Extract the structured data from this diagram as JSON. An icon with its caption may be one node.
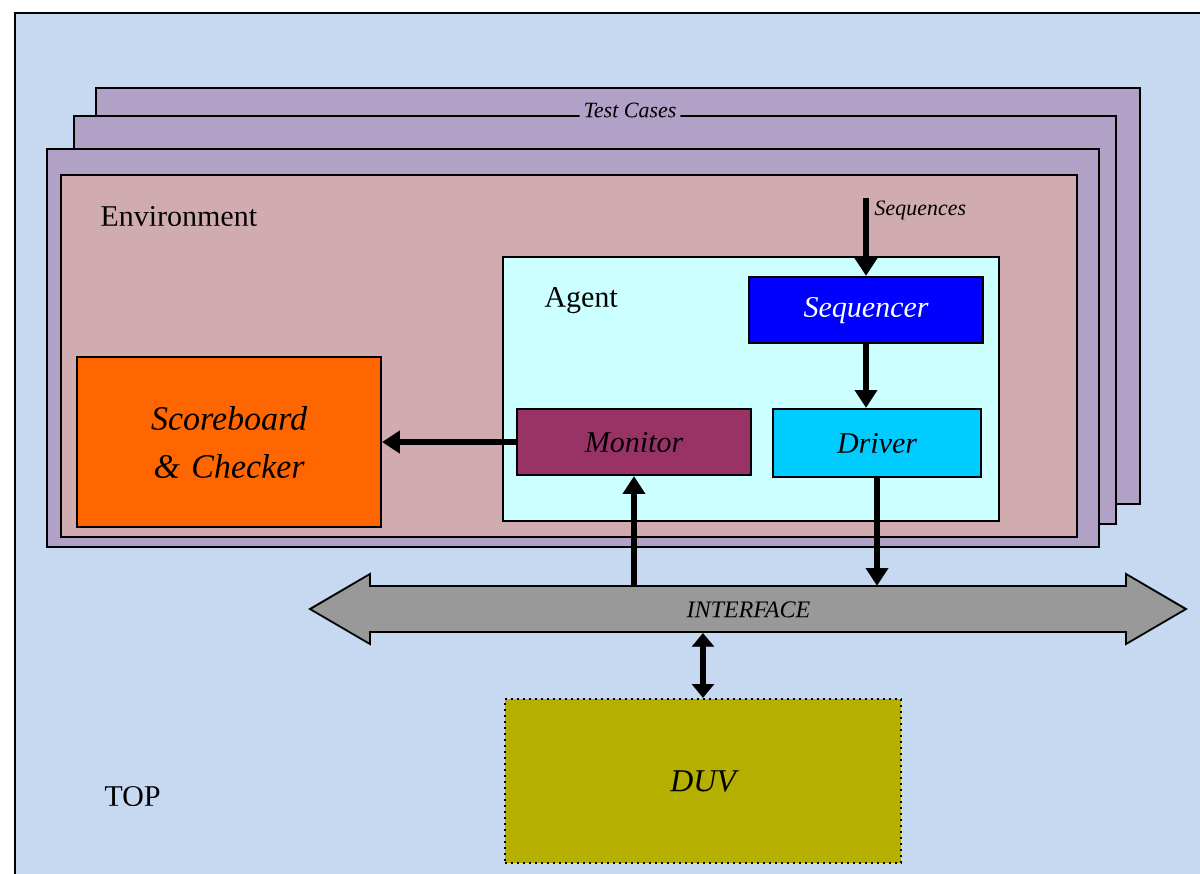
{
  "diagram": {
    "nodes": [
      {
        "text": [
          "TOP"
        ]
      },
      {
        "text": [
          "Test Cases"
        ],
        "in": 0
      },
      {
        "text": [
          "Environment"
        ],
        "in": 1
      },
      {
        "text": [
          "Agent"
        ],
        "in": 2
      },
      {
        "text": [
          "Sequencer"
        ],
        "in": 3
      },
      {
        "text": [
          "Monitor"
        ],
        "in": 3
      },
      {
        "text": [
          "Driver"
        ],
        "in": 3
      },
      {
        "text": [
          "Scoreboard & Checker"
        ],
        "in": 2
      },
      {
        "text": [
          "INTERFACE"
        ],
        "in": 0
      },
      {
        "text": [
          "DUV"
        ],
        "in": 0
      },
      {
        "text": [
          "Sequences"
        ],
        "in": 2
      }
    ],
    "edges": [
      {
        "from": 10,
        "to": 4,
        "arrow": "to"
      },
      {
        "from": 4,
        "to": 6,
        "arrow": "to"
      },
      {
        "from": 5,
        "to": 7,
        "arrow": "to"
      },
      {
        "from": 8,
        "to": 5,
        "arrow": "to"
      },
      {
        "from": 6,
        "to": 8,
        "arrow": "to"
      },
      {
        "from": 8,
        "to": 9,
        "arrow": "both"
      }
    ]
  }
}
